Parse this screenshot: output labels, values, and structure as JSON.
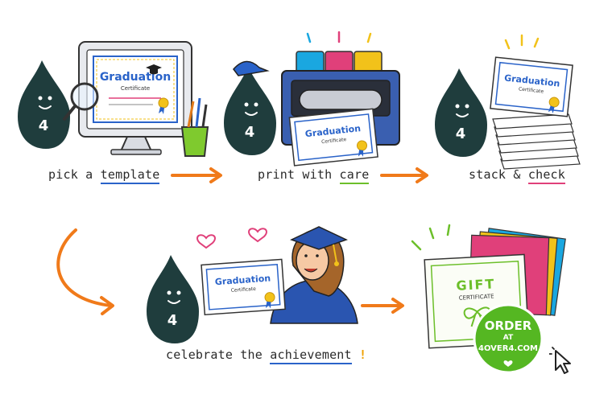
{
  "steps": [
    {
      "pre": "pick a ",
      "hl": "template",
      "post": ""
    },
    {
      "pre": "print with ",
      "hl": "care",
      "post": ""
    },
    {
      "pre": "stack & ",
      "hl": "check",
      "post": ""
    },
    {
      "pre": "celebrate the ",
      "hl": "achievement",
      "post": " !"
    }
  ],
  "mascot_number": "4",
  "certificate": {
    "title": "Graduation",
    "subtitle": "Certificate"
  },
  "gift": {
    "title": "GIFT",
    "subtitle": "CERTIFICATE"
  },
  "cta": {
    "line1": "ORDER",
    "line2": "AT",
    "line3": "4OVER4.COM"
  },
  "colors": {
    "mascot": "#1f3d3d",
    "accent_orange": "#f07a1a",
    "cta_green": "#55b722",
    "blue": "#2a63c9",
    "pink": "#e0407a",
    "cyan": "#1aa7e0",
    "yellow": "#f2c21a"
  }
}
